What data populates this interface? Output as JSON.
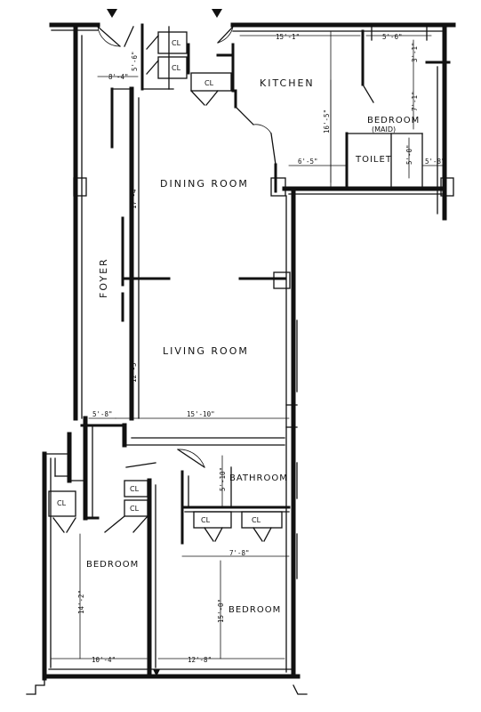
{
  "rooms": {
    "kitchen": "KITCHEN",
    "bedroom_maid": "BEDROOM",
    "bedroom_maid_sub": "(MAID)",
    "toilet": "TOILET",
    "dining": "DINING ROOM",
    "foyer": "FOYER",
    "living": "LIVING ROOM",
    "bathroom": "BATHROOM",
    "bedroom_left": "BEDROOM",
    "bedroom_right": "BEDROOM"
  },
  "closets": {
    "cl_top_1": "CL",
    "cl_top_2": "CL",
    "cl_kitchen": "CL",
    "cl_left_1": "CL",
    "cl_mid_1": "CL",
    "cl_mid_2": "CL",
    "cl_bed_1": "CL",
    "cl_bed_2": "CL"
  },
  "dimensions": {
    "kitchen_w": "15'-1\"",
    "maid_w": "5'-6\"",
    "maid_h": "7'-1\"",
    "kitchen_top_r": "3'-1\"",
    "kitchen_h": "16'-5\"",
    "entry_small": "5'-6\"",
    "entry_w": "8'-4\"",
    "toilet_w": "6'-5\"",
    "toilet_h": "5'-0\"",
    "toilet_r": "5'-8\"",
    "dining_h": "17'-4\"",
    "living_h": "12'-5\"",
    "foyer_w": "5'-8\"",
    "living_w": "15'-10\"",
    "bath_h": "5'-10\"",
    "closets_w": "7'-8\"",
    "bed_left_h": "14'-2\"",
    "bed_right_h": "15'-0\"",
    "bed_left_w": "10'-4\"",
    "bed_right_w": "12'-8\""
  }
}
